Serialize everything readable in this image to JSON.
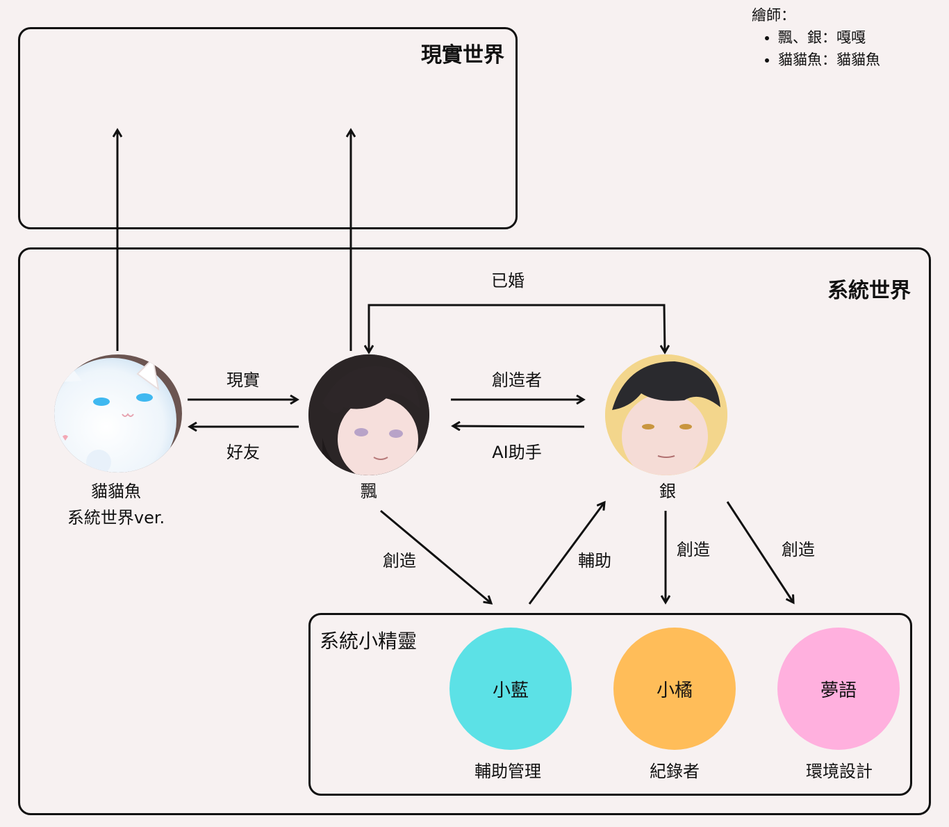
{
  "credits": {
    "heading": "繪師：",
    "items": [
      "飄、銀：嘎嘎",
      "貓貓魚：貓貓魚"
    ]
  },
  "real_world": {
    "title": "現實世界"
  },
  "system_world": {
    "title": "系統世界"
  },
  "characters": {
    "catfish": {
      "name": "貓貓魚",
      "subname": "系統世界ver."
    },
    "piao": {
      "name": "飄"
    },
    "yin": {
      "name": "銀"
    }
  },
  "relations": {
    "married": "已婚",
    "reality": "現實",
    "friend": "好友",
    "creator": "創造者",
    "ai_assistant": "AI助手",
    "create_sprites": "創造",
    "assist": "輔助",
    "create_recorder": "創造",
    "create_dream": "創造"
  },
  "sprites": {
    "title": "系統小精靈",
    "members": [
      {
        "name": "小藍",
        "role": "輔助管理",
        "color": "#5ce1e6"
      },
      {
        "name": "小橘",
        "role": "紀錄者",
        "color": "#ffbd59"
      },
      {
        "name": "夢語",
        "role": "環境設計",
        "color": "#ffb0de"
      }
    ]
  }
}
